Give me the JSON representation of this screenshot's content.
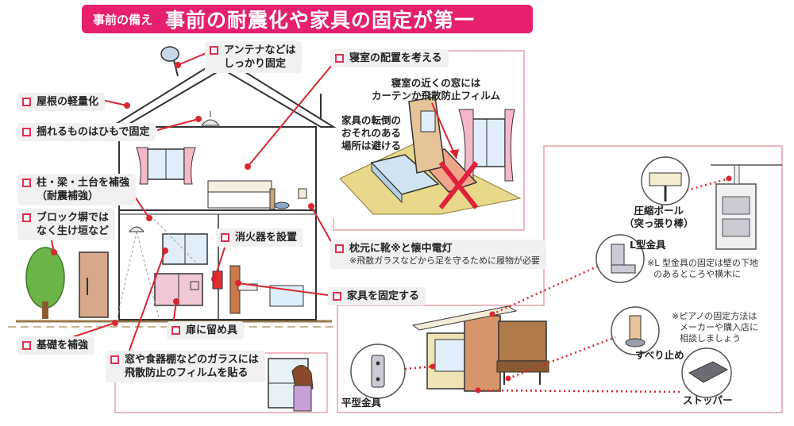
{
  "header": {
    "tag": "事前の備え",
    "title": "事前の耐震化や家具の固定が第一"
  },
  "labels": {
    "antenna": [
      "アンテナなどは",
      "しっかり固定"
    ],
    "roof": "屋根の軽量化",
    "hanging": "揺れるものはひもで固定",
    "pillars": [
      "柱・梁・土台を補強",
      "（耐震補強）"
    ],
    "block_wall": [
      "ブロック塀では",
      "なく生け垣など"
    ],
    "foundation": "基礎を補強",
    "glass_film": [
      "窓や食器棚などのガラスには",
      "飛散防止のフィルムを貼る"
    ],
    "door_latch": "扉に留め具",
    "extinguisher": "消火器を設置",
    "bedroom_layout": "寝室の配置を考える",
    "shoes_light": "枕元に靴※と懐中電灯",
    "shoes_note": "※飛散ガラスなどから足を守るために履物が必要",
    "fix_furniture": "家具を固定する"
  },
  "bedroom": {
    "window_note": [
      "寝室の近くの窓には",
      "カーテンか飛散防止フィルム"
    ],
    "avoid_note": [
      "家具の転倒の",
      "おそれのある",
      "場所は避ける"
    ]
  },
  "fixtures": {
    "pole": [
      "圧縮ポール",
      "（突っ張り棒）"
    ],
    "l_bracket": "L型金具",
    "l_bracket_note": [
      "※L 型金具の固定は壁の下地",
      "のあるところや横木に"
    ],
    "piano_note": [
      "※ピアノの固定方法は",
      "メーカーや購入店に",
      "相談しましょう"
    ],
    "slip_stop": "すべり止め",
    "stopper": "ストッパー",
    "flat_bracket": "平型金具"
  },
  "colors": {
    "header_bg": "#e61f6e",
    "leader": "#d9262e",
    "frame": "#e8a0a8",
    "ground": "#9a7a4a"
  }
}
